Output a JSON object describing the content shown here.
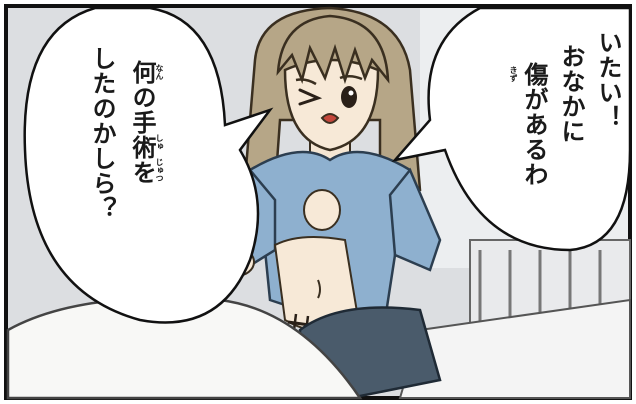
{
  "bubble_right": {
    "lines": [
      "いたい！",
      "おなかに",
      "傷があるわ"
    ],
    "ruby": {
      "base": "傷",
      "reading": "きず"
    }
  },
  "bubble_left": {
    "lines": [
      "何の手術を",
      "したのかしら？"
    ],
    "ruby": [
      {
        "base": "何",
        "reading": "なん"
      },
      {
        "base": "手",
        "reading": "しゅ"
      },
      {
        "base": "術",
        "reading": "じゅつ"
      }
    ]
  }
}
